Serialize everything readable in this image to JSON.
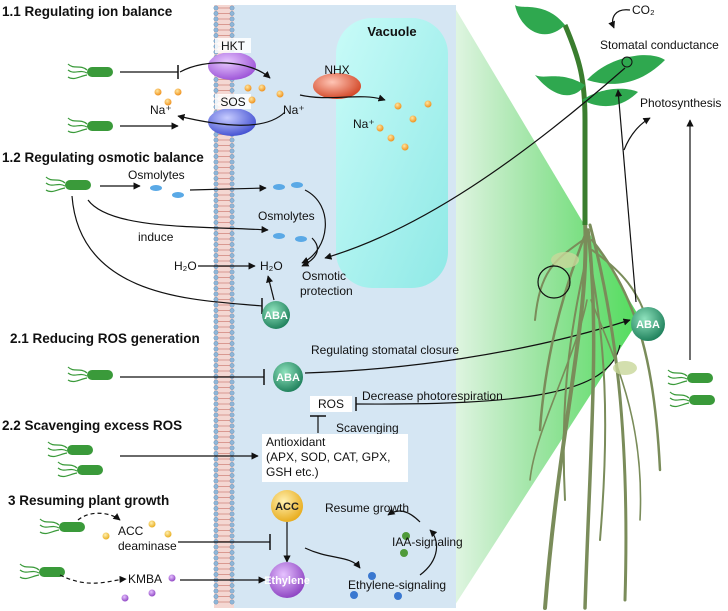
{
  "sections": {
    "s11": "1.1 Regulating ion balance",
    "s12": "1.2 Regulating osmotic balance",
    "s21": "2.1 Reducing ROS generation",
    "s22": "2.2 Scavenging excess ROS",
    "s3": "3 Resuming plant growth"
  },
  "cell": {
    "vacuole": "Vacuole",
    "hkt": "HKT",
    "sos": "SOS",
    "nhx": "NHX",
    "na1": "Na⁺",
    "na2": "Na⁺",
    "na3": "Na⁺",
    "osmolytes1": "Osmolytes",
    "osmolytes2": "Osmolytes",
    "induce": "induce",
    "h2o_left": "H₂O",
    "h2o_right": "H₂O",
    "osmotic1": "Osmotic",
    "osmotic2": "protection",
    "aba_cell": "ABA",
    "aba_ros": "ABA",
    "reg_closure": "Regulating stomatal closure",
    "ros": "ROS",
    "decrease_photo": "Decrease photorespiration",
    "scavenging": "Scavenging",
    "antiox1": "Antioxidant",
    "antiox2": "(APX, SOD, CAT, GPX,",
    "antiox3": "GSH etc.)",
    "acc_label": "ACC",
    "deaminase": "deaminase",
    "kmba": "KMBA",
    "acc_pill": "ACC",
    "ethylene": "Ethylene",
    "resume": "Resume growth",
    "iaa": "IAA-signaling",
    "eth_sig": "Ethylene-signaling"
  },
  "plant": {
    "co2": "CO₂",
    "stomatal": "Stomatal conductance",
    "photosynthesis": "Photosynthesis",
    "aba_root": "ABA"
  },
  "colors": {
    "bacteria": "#3a9a3a",
    "cell_bg": "#d5e6f3",
    "vacuole": "#a5f0ee",
    "hkt": "#b16fe0",
    "sos": "#5b6ae0",
    "nhx": "#e25a3a",
    "aba": "#2e9a6e",
    "acc": "#f2c13a",
    "ethylene": "#a25fcf",
    "leaf": "#2fa84f"
  }
}
